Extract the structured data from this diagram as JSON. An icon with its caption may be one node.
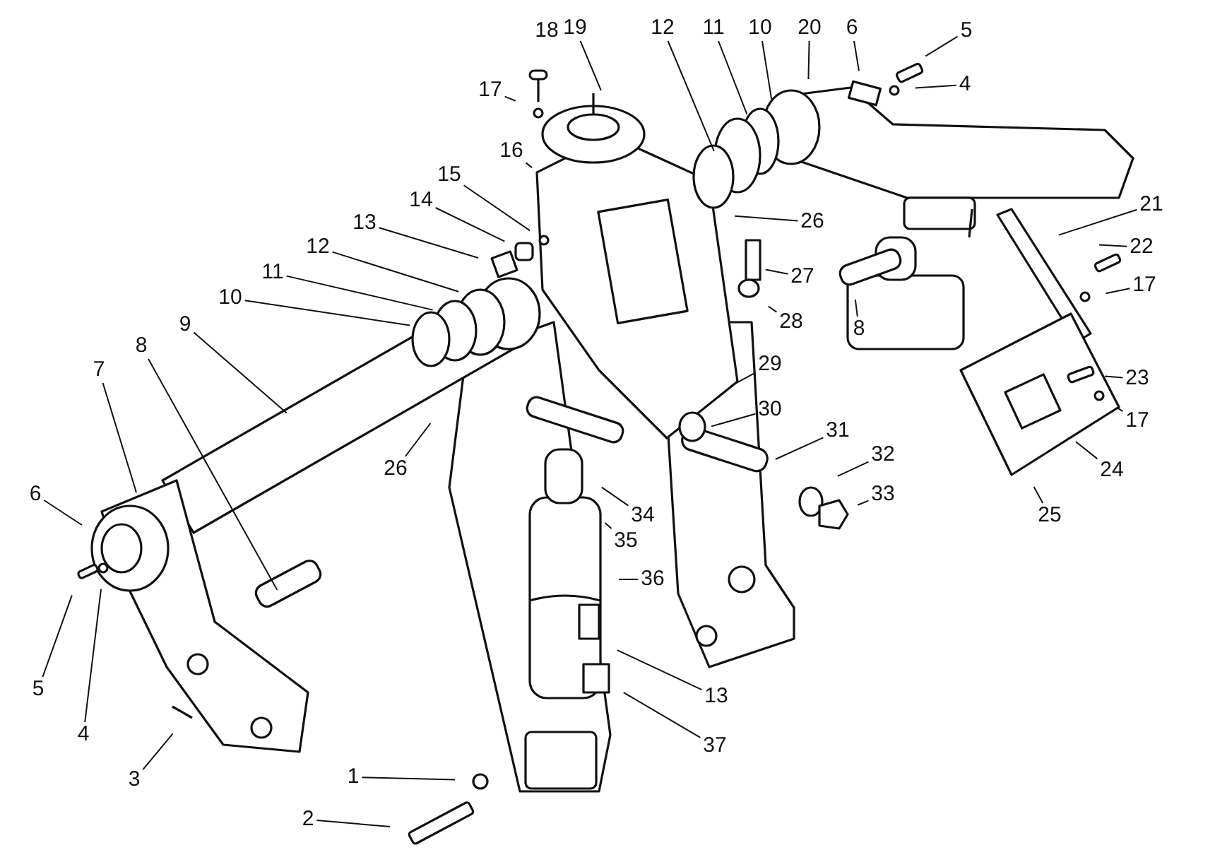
{
  "diagram": {
    "nodes": [
      {
        "text": [
          "19"
        ]
      },
      {
        "text": [
          "12"
        ]
      },
      {
        "text": [
          "11"
        ]
      },
      {
        "text": [
          "10"
        ]
      },
      {
        "text": [
          "20"
        ]
      },
      {
        "text": [
          "6"
        ]
      },
      {
        "text": [
          "5"
        ]
      },
      {
        "text": [
          "4"
        ]
      },
      {
        "text": [
          "17"
        ]
      },
      {
        "text": [
          "16"
        ]
      },
      {
        "text": [
          "15"
        ]
      },
      {
        "text": [
          "14"
        ]
      },
      {
        "text": [
          "21"
        ]
      },
      {
        "text": [
          "26"
        ]
      },
      {
        "text": [
          "13"
        ]
      },
      {
        "text": [
          "22"
        ]
      },
      {
        "text": [
          "12"
        ]
      },
      {
        "text": [
          "11"
        ]
      },
      {
        "text": [
          "27"
        ]
      },
      {
        "text": [
          "17"
        ]
      },
      {
        "text": [
          "10"
        ]
      },
      {
        "text": [
          "28"
        ]
      },
      {
        "text": [
          "9"
        ]
      },
      {
        "text": [
          "8"
        ]
      },
      {
        "text": [
          "8"
        ]
      },
      {
        "text": [
          "29"
        ]
      },
      {
        "text": [
          "7"
        ]
      },
      {
        "text": [
          "23"
        ]
      },
      {
        "text": [
          "30"
        ]
      },
      {
        "text": [
          "17"
        ]
      },
      {
        "text": [
          "31"
        ]
      },
      {
        "text": [
          "32"
        ]
      },
      {
        "text": [
          "26"
        ]
      },
      {
        "text": [
          "24"
        ]
      },
      {
        "text": [
          "6"
        ]
      },
      {
        "text": [
          "33"
        ]
      },
      {
        "text": [
          "34"
        ]
      },
      {
        "text": [
          "25"
        ]
      },
      {
        "text": [
          "35"
        ]
      },
      {
        "text": [
          "36"
        ]
      },
      {
        "text": [
          "5"
        ]
      },
      {
        "text": [
          "13"
        ]
      },
      {
        "text": [
          "4"
        ]
      },
      {
        "text": [
          "37"
        ]
      },
      {
        "text": [
          "1"
        ]
      },
      {
        "text": [
          "3"
        ]
      },
      {
        "text": [
          "2"
        ]
      }
    ],
    "edges": [
      {
        "from": 0,
        "to": null,
        "arrow": "none"
      },
      {
        "from": 1,
        "to": null,
        "arrow": "none"
      },
      {
        "from": 2,
        "to": null,
        "arrow": "none"
      },
      {
        "from": 3,
        "to": null,
        "arrow": "none"
      },
      {
        "from": 4,
        "to": null,
        "arrow": "none"
      },
      {
        "from": 5,
        "to": null,
        "arrow": "none"
      },
      {
        "from": 6,
        "to": null,
        "arrow": "none"
      },
      {
        "from": 7,
        "to": null,
        "arrow": "none"
      },
      {
        "from": 8,
        "to": null,
        "arrow": "none"
      },
      {
        "from": 9,
        "to": null,
        "arrow": "none"
      },
      {
        "from": 10,
        "to": null,
        "arrow": "none"
      },
      {
        "from": 11,
        "to": null,
        "arrow": "none"
      },
      {
        "from": 12,
        "to": null,
        "arrow": "none"
      },
      {
        "from": 13,
        "to": null,
        "arrow": "none"
      },
      {
        "from": 14,
        "to": null,
        "arrow": "none"
      },
      {
        "from": 15,
        "to": null,
        "arrow": "none"
      },
      {
        "from": 16,
        "to": null,
        "arrow": "none"
      },
      {
        "from": 17,
        "to": null,
        "arrow": "none"
      },
      {
        "from": 18,
        "to": null,
        "arrow": "none"
      },
      {
        "from": 19,
        "to": null,
        "arrow": "none"
      },
      {
        "from": 20,
        "to": null,
        "arrow": "none"
      },
      {
        "from": 21,
        "to": null,
        "arrow": "none"
      },
      {
        "from": 22,
        "to": null,
        "arrow": "none"
      },
      {
        "from": 23,
        "to": null,
        "arrow": "none"
      },
      {
        "from": 24,
        "to": null,
        "arrow": "none"
      },
      {
        "from": 25,
        "to": null,
        "arrow": "none"
      },
      {
        "from": 26,
        "to": null,
        "arrow": "none"
      },
      {
        "from": 27,
        "to": null,
        "arrow": "none"
      },
      {
        "from": 28,
        "to": null,
        "arrow": "none"
      },
      {
        "from": 29,
        "to": null,
        "arrow": "none"
      },
      {
        "from": 30,
        "to": null,
        "arrow": "none"
      },
      {
        "from": 31,
        "to": null,
        "arrow": "none"
      },
      {
        "from": 32,
        "to": null,
        "arrow": "none"
      },
      {
        "from": 33,
        "to": null,
        "arrow": "none"
      },
      {
        "from": 34,
        "to": null,
        "arrow": "none"
      },
      {
        "from": 35,
        "to": null,
        "arrow": "none"
      },
      {
        "from": 36,
        "to": null,
        "arrow": "none"
      },
      {
        "from": 37,
        "to": null,
        "arrow": "none"
      },
      {
        "from": 38,
        "to": null,
        "arrow": "none"
      },
      {
        "from": 39,
        "to": null,
        "arrow": "none"
      },
      {
        "from": 40,
        "to": null,
        "arrow": "none"
      },
      {
        "from": 41,
        "to": null,
        "arrow": "none"
      },
      {
        "from": 42,
        "to": null,
        "arrow": "none"
      },
      {
        "from": 43,
        "to": null,
        "arrow": "none"
      },
      {
        "from": 44,
        "to": null,
        "arrow": "none"
      },
      {
        "from": 45,
        "to": null,
        "arrow": "none"
      },
      {
        "from": 46,
        "to": null,
        "arrow": "none"
      }
    ],
    "labels": [
      "18"
    ]
  }
}
